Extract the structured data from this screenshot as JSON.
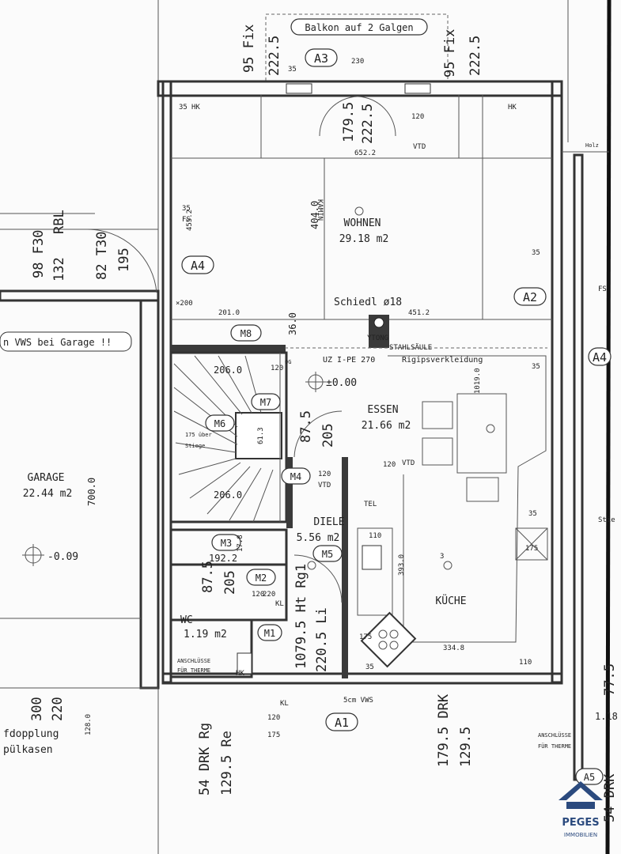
{
  "balcony": "Balkon auf 2 Galgen",
  "axes": {
    "a1": "A1",
    "a2": "A2",
    "a3": "A3",
    "a4": "A4",
    "a5": "A5"
  },
  "markers": {
    "m1": "M1",
    "m2": "M2",
    "m3": "M3",
    "m4": "M4",
    "m5": "M5",
    "m6": "M6",
    "m7": "M7",
    "m8": "M8"
  },
  "rooms": {
    "wohnen": {
      "name": "WOHNEN",
      "area": "29.18 m2"
    },
    "essen": {
      "name": "ESSEN",
      "area": "21.66 m2"
    },
    "diele": {
      "name": "DIELE",
      "area": "5.56 m2"
    },
    "kueche": {
      "name": "KÜCHE"
    },
    "wc": {
      "name": "WC",
      "area": "1.19 m2"
    },
    "garage": {
      "name": "GARAGE",
      "area": "22.44 m2"
    }
  },
  "labels": {
    "schiedl": "Schiedl ø18",
    "kamin": "KAMIN",
    "ytong": "YTONG",
    "stahlsaeule": "STAHLSÄULE",
    "uz": "UZ I-PE 270",
    "rigips": "Rigipsverkleidung",
    "level_pm": "±0.00",
    "level_garage": "-0.09",
    "vws_garage": "n VWS bei Garage !!",
    "vws5": "5cm VWS",
    "anschl": "ANSCHLÜSSE",
    "fuer_therme": "FÜR THERME",
    "anschl_right": "ANSCHLÜSSE",
    "fuer_therme_right": "FÜR THERME",
    "stiege": "175 über",
    "stiege2": "Stiege",
    "fdopplung": "fdopplung",
    "spuelkasten": "pülkasen",
    "hk": "HK",
    "fs": "FS",
    "tel": "TEL",
    "vtd": "VTD",
    "kl": "KL",
    "og": "OG",
    "holz": "Holz",
    "stie_right": "Stie",
    "fs_right": "FS"
  },
  "dims": {
    "fix95_l": "95 Fix",
    "d2225_l": "222.5",
    "fix95_r": "95 Fix",
    "d2225_r": "222.5",
    "d35_top": "35",
    "d230": "230",
    "d1795_top": "179.5",
    "d2225_mid": "222.5",
    "d120": "120",
    "d652": "652.2",
    "d35hk": "35",
    "d404": "404.0",
    "d455": "455.2",
    "d35fs": "35",
    "d200": "×200",
    "d201": "201.0",
    "d360": "36.0",
    "d4512": "451.2",
    "d35r": "35",
    "f30a": "98 F30",
    "d132": "132",
    "rbl": "RBL",
    "t30": "82 T30",
    "d195": "195",
    "d206a": "206.0",
    "d120b": "120",
    "d875": "87.5",
    "d205": "205",
    "d206b": "206.0",
    "d1019": "1019.0",
    "d613": "61.3",
    "d120c": "120",
    "d120vtd": "120",
    "d3": "3",
    "d700": "700.0",
    "d1922": "192.2",
    "d178": "17.8",
    "d875b": "87.5",
    "d205b": "205",
    "d120d": "120",
    "d220": "220",
    "d393": "393.0",
    "d3348": "334.8",
    "d110": "110",
    "d110b": "110",
    "d1795ht": "1079.5 Ht Rg1",
    "d2205": "220.5 Li",
    "d175": "175",
    "d35b": "35",
    "d120e": "120",
    "d175b": "175",
    "d54": "54 DRK Rg",
    "d1295re": "129.5 Re",
    "d1795drk": "179.5 DRK",
    "d1295": "129.5",
    "d300": "300",
    "d220b": "220",
    "d1280": "128.0",
    "d35c": "35",
    "d35d": "35",
    "d175c": "175",
    "d777": "77.5",
    "d54r": "54 DRK",
    "d118": "1.18"
  },
  "logo": {
    "name": "PEGES",
    "sub": "IMMOBILIEN",
    "color": "#2b4a7e"
  }
}
